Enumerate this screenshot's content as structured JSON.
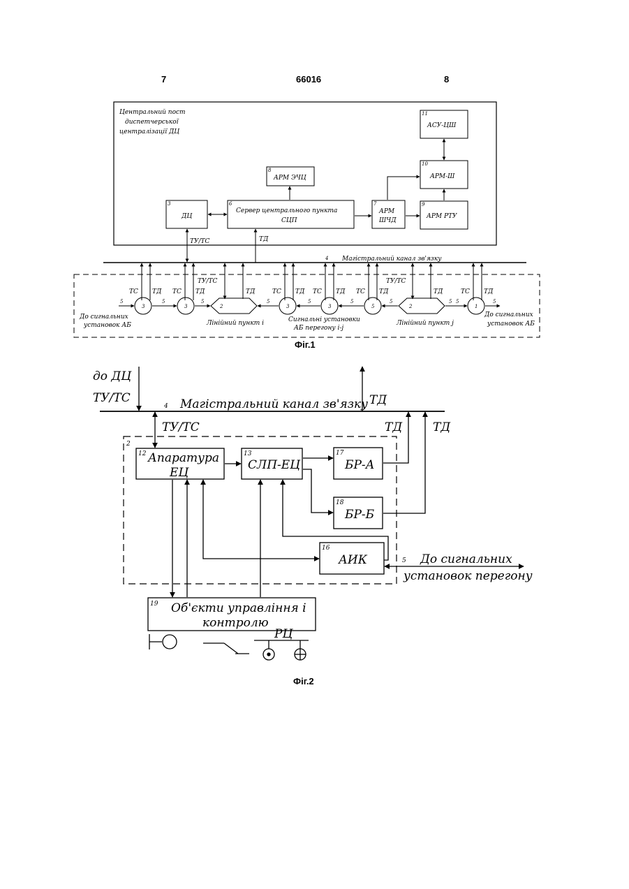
{
  "header": {
    "left_page": "7",
    "patent_number": "66016",
    "right_page": "8"
  },
  "fig1": {
    "caption": "Фіг.1",
    "central_post_label": [
      "Центральний пост",
      "диспетчерської",
      "централізації ДЦ"
    ],
    "blocks": {
      "dc": {
        "num": "3",
        "label": "ДЦ"
      },
      "server": {
        "num": "6",
        "label": [
          "Сервер центрального пункта",
          "СЦП"
        ]
      },
      "arm_echc": {
        "num": "8",
        "label": "АРМ ЭЧЦ"
      },
      "arm_shchd": {
        "num": "7",
        "label": [
          "АРМ",
          "ШЧД"
        ]
      },
      "arm_rtu": {
        "num": "9",
        "label": "АРМ РТУ"
      },
      "arm_sh": {
        "num": "10",
        "label": "АРМ-Ш"
      },
      "asu_tssh": {
        "num": "11",
        "label": "АСУ-ЦШ"
      }
    },
    "signals": {
      "tu_ts": "ТУ/ТС",
      "td": "ТД",
      "ts": "ТС"
    },
    "trunk_channel": {
      "num": "4",
      "label": "Магістральний канал зв'язку"
    },
    "line_point_i": "Лінійний пункт і",
    "line_point_j": "Лінійний пункт j",
    "signal_installations": [
      "Сигнальні установки",
      "АБ перегону і-j"
    ],
    "left_edge": [
      "До сигнальних",
      "установок АБ"
    ],
    "right_edge": [
      "До сигнальних",
      "установок АБ"
    ],
    "node_num_1": "1",
    "node_num_2": "2",
    "node_num_3": "3",
    "node_num_5": "5",
    "link_num": "5"
  },
  "fig2": {
    "caption": "Фіг.2",
    "to_dc": "до ДЦ",
    "tu_ts": "ТУ/ТС",
    "td": "ТД",
    "trunk_channel": {
      "num": "4",
      "label": "Магістральний канал зв'язку"
    },
    "container_num": "2",
    "blocks": {
      "apparatus": {
        "num": "12",
        "label": [
          "Апаратура",
          "ЕЦ"
        ]
      },
      "slp": {
        "num": "13",
        "label": "СЛП-ЕЦ"
      },
      "br_a": {
        "num": "17",
        "label": "БР-А"
      },
      "br_b": {
        "num": "18",
        "label": "БР-Б"
      },
      "aik": {
        "num": "16",
        "label": "АИК"
      },
      "objects": {
        "num": "19",
        "label": [
          "Об'єкти управління і",
          "контролю"
        ]
      }
    },
    "to_signals": {
      "num": "5",
      "label": [
        "До сигнальних",
        "установок перегону"
      ]
    },
    "rc_label": "РЦ"
  }
}
